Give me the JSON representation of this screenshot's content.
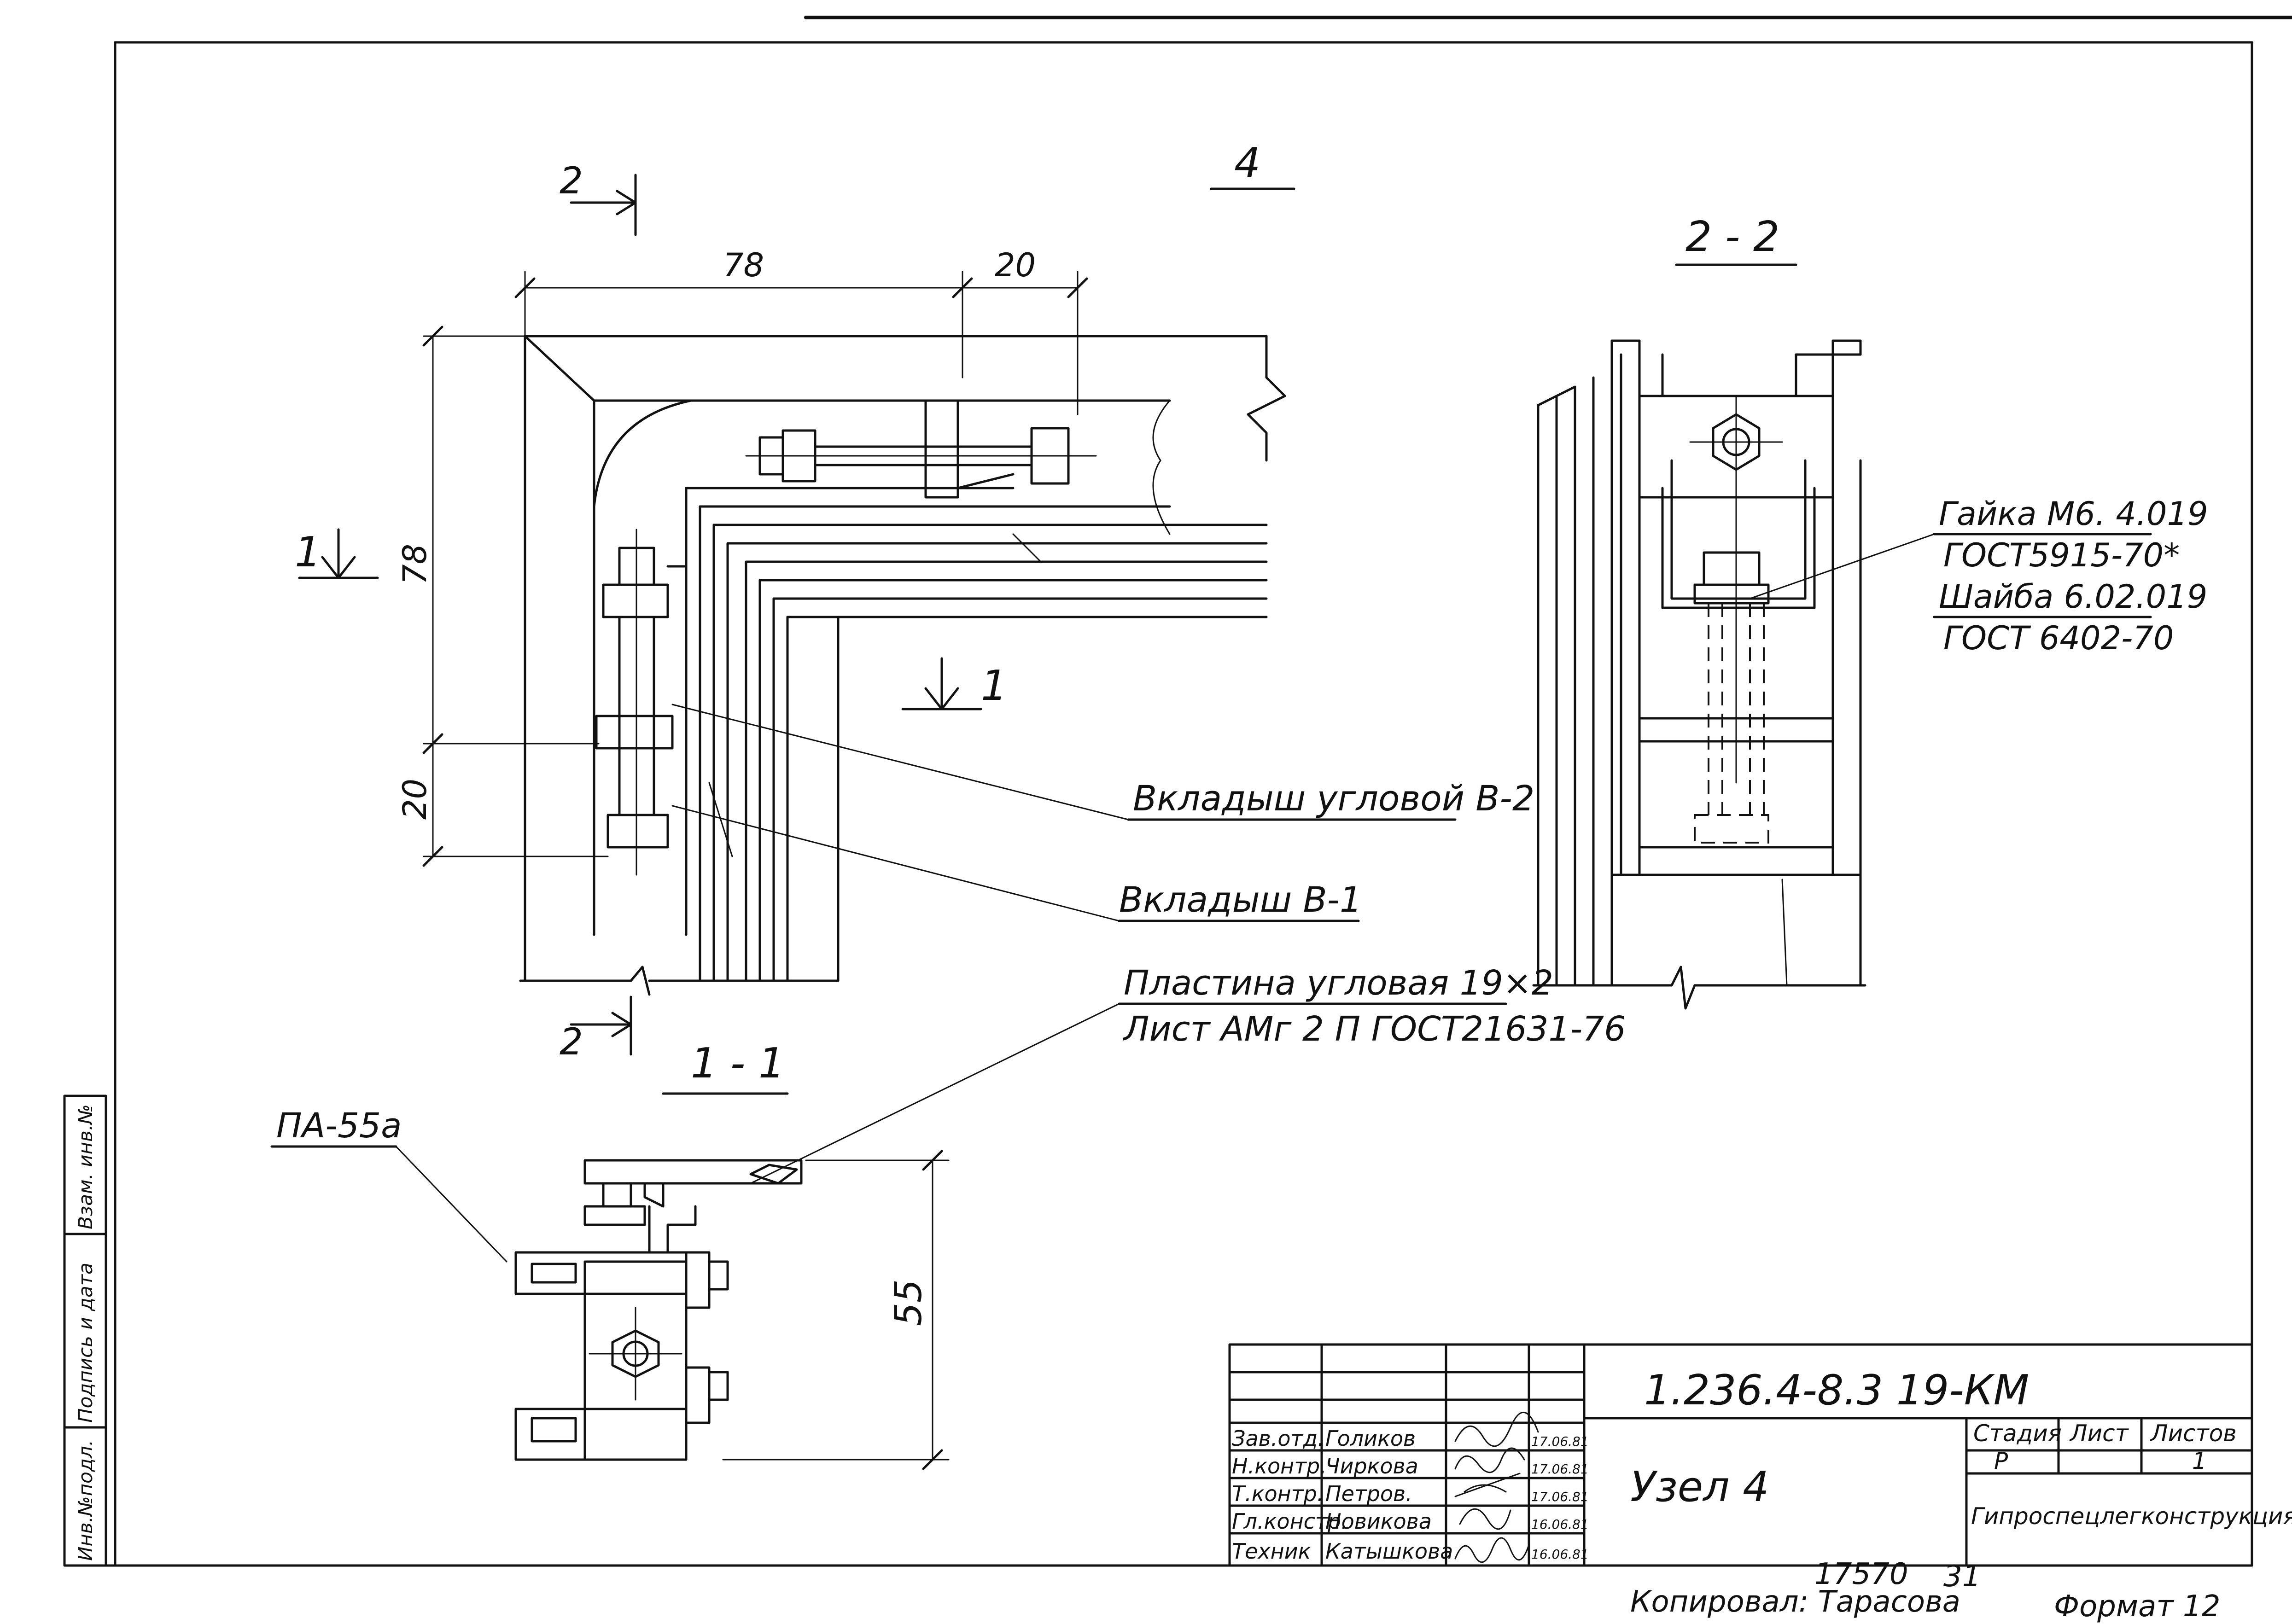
{
  "view_label": "4",
  "section_labels": {
    "main_top": "2",
    "main_bottom": "2",
    "section_1_left": "1",
    "section_1_right": "1",
    "section_2_2": "2 - 2",
    "section_1_1": "1 - 1"
  },
  "dimensions": {
    "top_total": "78",
    "top_part": "20",
    "left_total": "78",
    "left_part": "20",
    "profile_height": "55"
  },
  "callouts": {
    "insert_corner": "Вкладыш угловой В-2",
    "insert_b1": "Вкладыш В-1",
    "plate_line1": "Пластина угловая 19×2",
    "plate_line2": "Лист АМг 2 П ГОСТ21631-76",
    "nut_line1": "Гайка М6. 4.019",
    "nut_line2": "ГОСТ5915-70*",
    "washer_line1": "Шайба 6.02.019",
    "washer_line2": "ГОСТ 6402-70",
    "profile": "ПА-55а"
  },
  "side_stamp": [
    "Инв.№подл.",
    "Подпись и дата",
    "Взам. инв.№"
  ],
  "title_block": {
    "document_code": "1.236.4-8.3 19-КМ",
    "title": "Узел 4",
    "organization": "Гипроспецлегконструкция",
    "stage_header": "Стадия",
    "sheet_header": "Лист",
    "sheets_header": "Листов",
    "stage_value": "Р",
    "sheets_value": "1",
    "rows": [
      {
        "role": "Зав.отд.",
        "name": "Голиков",
        "date": "17.06.81"
      },
      {
        "role": "Н.контр.",
        "name": "Чиркова",
        "date": "17.06.81"
      },
      {
        "role": "Т.контр.",
        "name": "Петров.",
        "date": "17.06.81"
      },
      {
        "role": "Гл.констр.",
        "name": "Новикова",
        "date": "16.06.81"
      },
      {
        "role": "Техник",
        "name": "Катышкова",
        "date": "16.06.81"
      }
    ]
  },
  "footer": {
    "copied_by": "Копировал: Тарасова",
    "archive_number": "17570",
    "archive_suffix": "31",
    "format": "Формат 12"
  }
}
